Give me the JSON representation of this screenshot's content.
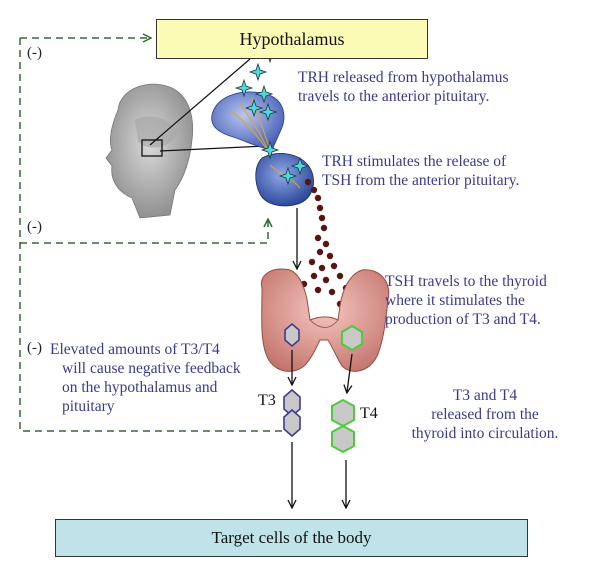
{
  "hypothalamus_label": "Hypothalamus",
  "target_label": "Target cells of the body",
  "captions": {
    "trh_release": [
      "TRH released from hypothalamus",
      "travels to the anterior pituitary."
    ],
    "trh_stimulates": [
      "TRH stimulates the release of",
      "TSH from the anterior pituitary."
    ],
    "tsh_travels": [
      "TSH travels to the thyroid",
      "where it stimulates the",
      "production of T3 and T4."
    ],
    "feedback": [
      "Elevated amounts of T3/T4",
      "will cause negative feedback",
      "on the hypothalamus and",
      "pituitary"
    ],
    "t3t4_release": [
      "T3 and T4",
      "released from the",
      "thyroid into circulation."
    ]
  },
  "negative_marker": "(-)",
  "hormones": {
    "t3": "T3",
    "t4": "T4"
  },
  "colors": {
    "hypothalamus_box": "#fbfbb5",
    "target_box": "#bfe3e8",
    "caption_text": "#3a3a8c",
    "feedback_line": "#2e6b2e",
    "t3_outline": "#3d3d8f",
    "t4_outline": "#4ecb3a",
    "trh_star": "#4fd8e0",
    "tsh_dot": "#5a1410"
  }
}
